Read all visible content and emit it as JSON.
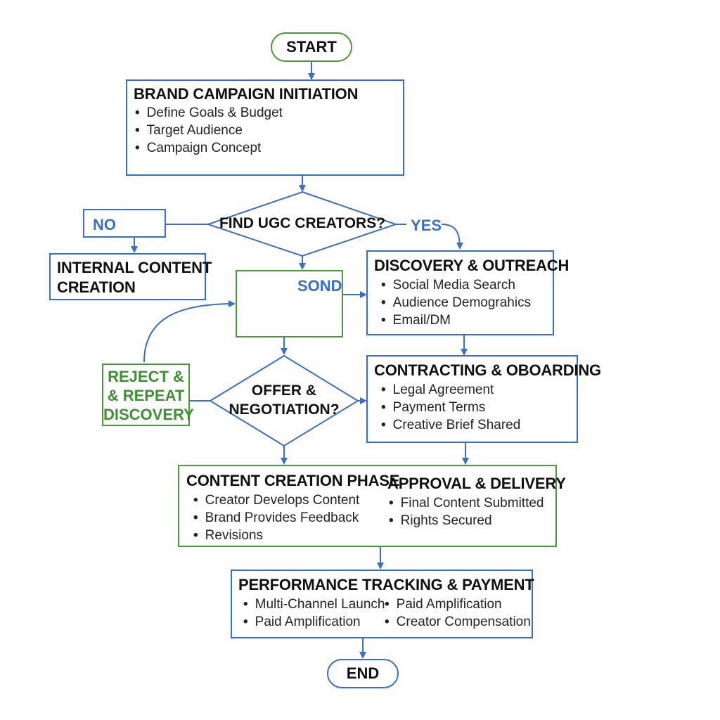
{
  "start": "START",
  "end": "END",
  "brand_campaign": {
    "title": "BRAND CAMPAIGN INITIATION",
    "items": [
      "Define Goals & Budget",
      "Target Audience",
      "Campaign Concept"
    ]
  },
  "decision_find": "FIND UGC CREATORS?",
  "no_label": "NO",
  "yes_label": "YES",
  "internal_content": [
    "INTERNAL CONTENT",
    "CREATION"
  ],
  "discovery": {
    "title": "DISCOVERY & OUTREACH",
    "items": [
      "Social Media Search",
      "Audience Demograhics",
      "Email/DM"
    ]
  },
  "sond_label": "SOND",
  "reject": [
    "REJECT &",
    "& REPEAT",
    "DISCOVERY"
  ],
  "decision_offer": [
    "OFFER &",
    "NEGOTIATION?"
  ],
  "contracting": {
    "title": "CONTRACTING & OBOARDING",
    "items": [
      "Legal Agreement",
      "Payment Terms",
      "Creative Brief Shared"
    ]
  },
  "content_creation": {
    "title": "CONTENT CREATION PHASE",
    "items": [
      "Creator Develops Content",
      "Brand Provides Feedback",
      "Revisions"
    ]
  },
  "approval": {
    "title": "APPROVAL & DELIVERY",
    "items": [
      "Final Content Submitted",
      "Rights Secured"
    ]
  },
  "performance": {
    "title": "PERFORMANCE TRACKING & PAYMENT",
    "items_left": [
      "Multi-Channel Launch",
      "Paid Amplification"
    ],
    "items_right": [
      "Paid Amplification",
      "Creator Compensation"
    ]
  },
  "colors": {
    "blue": "#3a6fc4",
    "green": "#4a9a3c",
    "text": "#111111"
  }
}
